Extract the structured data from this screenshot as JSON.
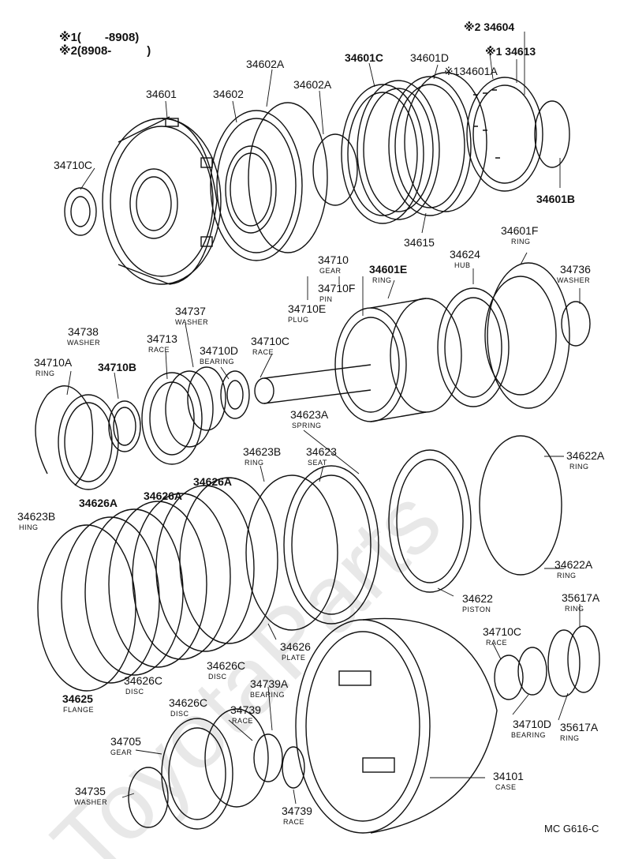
{
  "watermark": "ToyotaParts",
  "notes": [
    {
      "id": "n1",
      "text": "※1(　　-8908)"
    },
    {
      "id": "n2",
      "text": "※2(8908-　　　)"
    }
  ],
  "drawing_code": "MC G616-C",
  "parts": [
    {
      "id": "34601",
      "label": "34601",
      "desc": ""
    },
    {
      "id": "34602",
      "label": "34602",
      "desc": ""
    },
    {
      "id": "34602A_1",
      "label": "34602A",
      "desc": ""
    },
    {
      "id": "34602A_2",
      "label": "34602A",
      "desc": ""
    },
    {
      "id": "34601C",
      "label": "34601C",
      "desc": ""
    },
    {
      "id": "34601D",
      "label": "34601D",
      "desc": ""
    },
    {
      "id": "34604",
      "label": "※2 34604",
      "desc": ""
    },
    {
      "id": "34613",
      "label": "※1 34613",
      "desc": ""
    },
    {
      "id": "34601A",
      "label": "※134601A",
      "desc": ""
    },
    {
      "id": "34710C_top",
      "label": "34710C",
      "desc": ""
    },
    {
      "id": "34601B",
      "label": "34601B",
      "desc": ""
    },
    {
      "id": "34615",
      "label": "34615",
      "desc": ""
    },
    {
      "id": "34601F",
      "label": "34601F",
      "desc": "RING"
    },
    {
      "id": "34624",
      "label": "34624",
      "desc": "HUB"
    },
    {
      "id": "34736",
      "label": "34736",
      "desc": "WASHER"
    },
    {
      "id": "34710",
      "label": "34710",
      "desc": "GEAR"
    },
    {
      "id": "34601E",
      "label": "34601E",
      "desc": "RING"
    },
    {
      "id": "34710F",
      "label": "34710F",
      "desc": "PIN"
    },
    {
      "id": "34710E",
      "label": "34710E",
      "desc": "PLUG"
    },
    {
      "id": "34737",
      "label": "34737",
      "desc": "WASHER"
    },
    {
      "id": "34738",
      "label": "34738",
      "desc": "WASHER"
    },
    {
      "id": "34713",
      "label": "34713",
      "desc": "RACE"
    },
    {
      "id": "34710D_mid",
      "label": "34710D",
      "desc": "BEARING"
    },
    {
      "id": "34710C_mid",
      "label": "34710C",
      "desc": "RACE"
    },
    {
      "id": "34710A",
      "label": "34710A",
      "desc": "RING"
    },
    {
      "id": "34710B",
      "label": "34710B",
      "desc": ""
    },
    {
      "id": "34623A",
      "label": "34623A",
      "desc": "SPRING"
    },
    {
      "id": "34623B_1",
      "label": "34623B",
      "desc": "RING"
    },
    {
      "id": "34623",
      "label": "34623",
      "desc": "SEAT"
    },
    {
      "id": "34622A_1",
      "label": "34622A",
      "desc": "RING"
    },
    {
      "id": "34626A_1",
      "label": "34626A",
      "desc": ""
    },
    {
      "id": "34626A_2",
      "label": "34626A",
      "desc": ""
    },
    {
      "id": "34626A_3",
      "label": "34626A",
      "desc": ""
    },
    {
      "id": "34623B_2",
      "label": "34623B",
      "desc": "HING"
    },
    {
      "id": "34622A_2",
      "label": "34622A",
      "desc": "RING"
    },
    {
      "id": "34622",
      "label": "34622",
      "desc": "PISTON"
    },
    {
      "id": "35617A_1",
      "label": "35617A",
      "desc": "RING"
    },
    {
      "id": "34626",
      "label": "34626",
      "desc": "PLATE"
    },
    {
      "id": "34626C_1",
      "label": "34626C",
      "desc": "DISC"
    },
    {
      "id": "34626C_2",
      "label": "34626C",
      "desc": "DISC"
    },
    {
      "id": "34626C_3",
      "label": "34626C",
      "desc": "DISC"
    },
    {
      "id": "34710C_bot",
      "label": "34710C",
      "desc": "RACE"
    },
    {
      "id": "34739A",
      "label": "34739A",
      "desc": "BEARING"
    },
    {
      "id": "34625",
      "label": "34625",
      "desc": "FLANGE"
    },
    {
      "id": "34739_1",
      "label": "34739",
      "desc": "RACE"
    },
    {
      "id": "34710D_bot",
      "label": "34710D",
      "desc": "BEARING"
    },
    {
      "id": "35617A_2",
      "label": "35617A",
      "desc": "RING"
    },
    {
      "id": "34705",
      "label": "34705",
      "desc": "GEAR"
    },
    {
      "id": "34101",
      "label": "34101",
      "desc": "CASE"
    },
    {
      "id": "34735",
      "label": "34735",
      "desc": "WASHER"
    },
    {
      "id": "34739_2",
      "label": "34739",
      "desc": "RACE"
    }
  ]
}
